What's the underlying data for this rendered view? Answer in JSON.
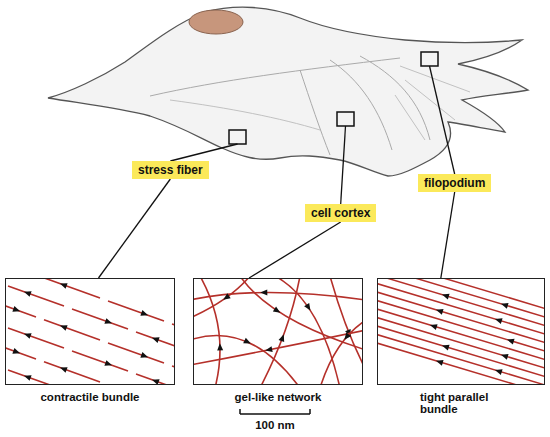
{
  "diagram": {
    "nodes": [
      {
        "text": [
          "stress fiber"
        ]
      },
      {
        "text": [
          "cell cortex"
        ]
      },
      {
        "text": [
          "filopodium"
        ]
      },
      {
        "text": [
          "contractile bundle"
        ]
      },
      {
        "text": [
          "gel-like network"
        ]
      },
      {
        "text": [
          "tight parallel bundle"
        ]
      }
    ],
    "edges": [
      {
        "from": 0,
        "to": 3,
        "arrow": "none"
      },
      {
        "from": 1,
        "to": 4,
        "arrow": "none"
      },
      {
        "from": 2,
        "to": 5,
        "arrow": "none"
      }
    ],
    "labels": [
      "100 nm"
    ]
  }
}
